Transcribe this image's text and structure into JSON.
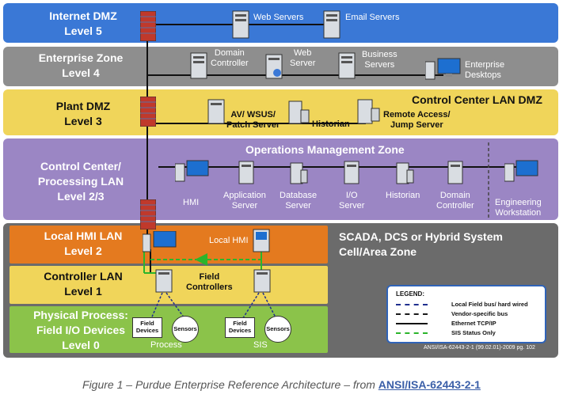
{
  "zones": {
    "internet_dmz": {
      "title": "Internet DMZ",
      "level": "Level 5"
    },
    "enterprise": {
      "title": "Enterprise Zone",
      "level": "Level 4"
    },
    "plant_dmz": {
      "title": "Plant DMZ",
      "level": "Level 3",
      "right_title": "Control Center LAN DMZ"
    },
    "control_center": {
      "title": "Control Center/",
      "title2": "Processing LAN",
      "level": "Level 2/3",
      "ops_title": "Operations Management Zone"
    },
    "local_hmi": {
      "title": "Local HMI LAN",
      "level": "Level 2"
    },
    "controller": {
      "title": "Controller LAN",
      "level": "Level 1"
    },
    "physical": {
      "title": "Physical Process:",
      "title2": "Field I/O Devices",
      "level": "Level 0"
    },
    "scada": {
      "line1": "SCADA, DCS or Hybrid System",
      "line2": "Cell/Area Zone"
    }
  },
  "devices": {
    "web_servers": "Web Servers",
    "email_servers": "Email Servers",
    "domain_controller_1": "Domain",
    "domain_controller_2": "Controller",
    "web_server_1": "Web",
    "web_server_2": "Server",
    "business_servers_1": "Business",
    "business_servers_2": "Servers",
    "enterprise_desktops_1": "Enterprise",
    "enterprise_desktops_2": "Desktops",
    "av_wsus_1": "AV/ WSUS/",
    "av_wsus_2": "Patch Server",
    "historian_l3": "Historian",
    "remote_access_1": "Remote Access/",
    "remote_access_2": "Jump Server",
    "hmi": "HMI",
    "app_server_1": "Application",
    "app_server_2": "Server",
    "db_server_1": "Database",
    "db_server_2": "Server",
    "io_server_1": "I/O",
    "io_server_2": "Server",
    "historian_l2": "Historian",
    "domain_ctrl_l2_1": "Domain",
    "domain_ctrl_l2_2": "Controller",
    "eng_ws_1": "Engineering",
    "eng_ws_2": "Workstation",
    "local_hmi": "Local HMI",
    "field_controllers_1": "Field",
    "field_controllers_2": "Controllers",
    "field_devices_1": "Field",
    "field_devices_2": "Devices",
    "sensors": "Sensors",
    "process": "Process",
    "sis": "SIS"
  },
  "legend": {
    "title": "LEGEND:",
    "items": [
      {
        "label": "Local Field bus/ hard wired",
        "color": "#1f2f8f",
        "style": "dashed"
      },
      {
        "label": "Vendor-specific bus",
        "color": "#1a1a1a",
        "style": "dashed"
      },
      {
        "label": "Ethernet TCP/IP",
        "color": "#111111",
        "style": "solid"
      },
      {
        "label": "SIS Status Only",
        "color": "#2bb52b",
        "style": "dashed"
      }
    ]
  },
  "citation": "ANSI/ISA-62443-2-1 (99.02.01)-2009  pg. 102",
  "caption": {
    "text": "Figure 1 – Purdue Enterprise Reference Architecture – from ",
    "link": "ANSI/ISA-62443-2-1"
  },
  "colors": {
    "level5": "#3a78d6",
    "level4": "#8e8e8e",
    "level3": "#f0d55a",
    "level23": "#9b86c4",
    "level2": "#e47a1f",
    "level1": "#f0d55a",
    "level0": "#8bc34a",
    "cell_area": "#6b6b6b",
    "firewall": "#c0392b"
  }
}
